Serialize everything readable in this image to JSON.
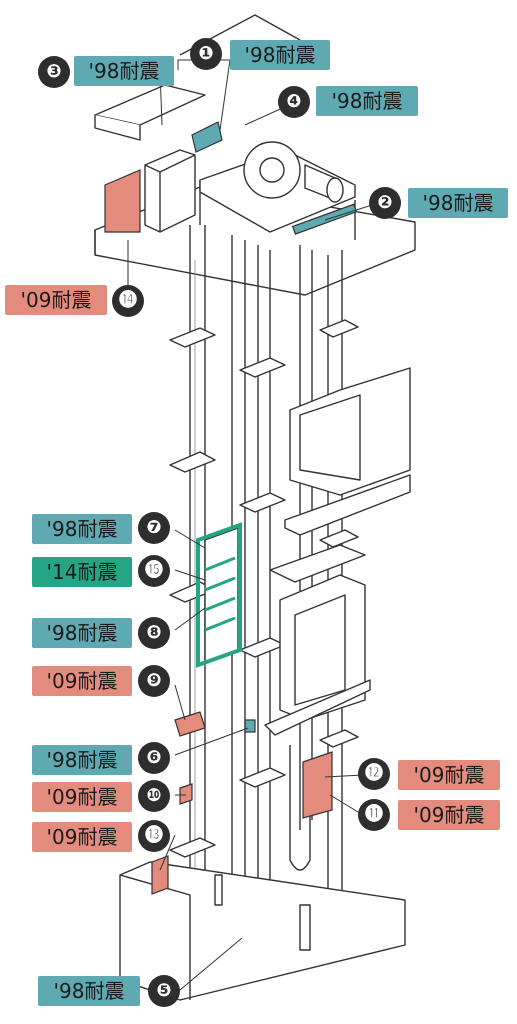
{
  "colors": {
    "y98": "#5fa9b2",
    "y09": "#e38b7c",
    "y14": "#25a583",
    "badge": "#2e2e2e",
    "line": "#333333"
  },
  "callouts": [
    {
      "id": "c1",
      "number": "❶",
      "label": "",
      "era": ""
    },
    {
      "id": "c2",
      "number": "❷",
      "label": "'98耐震",
      "era": "y98"
    },
    {
      "id": "c3",
      "number": "❸",
      "label": "'98耐震",
      "era": "y98"
    },
    {
      "id": "c4",
      "number": "❹",
      "label": "'98耐震",
      "era": "y98"
    },
    {
      "id": "c5",
      "number": "❺",
      "label": "'98耐震",
      "era": "y98"
    },
    {
      "id": "c6",
      "number": "❻",
      "label": "'98耐震",
      "era": "y98"
    },
    {
      "id": "c7",
      "number": "❼",
      "label": "'98耐震",
      "era": "y98"
    },
    {
      "id": "c8",
      "number": "❽",
      "label": "'98耐震",
      "era": "y98"
    },
    {
      "id": "c9",
      "number": "❾",
      "label": "'09耐震",
      "era": "y09"
    },
    {
      "id": "c10",
      "number": "❿",
      "label": "'09耐震",
      "era": "y09"
    },
    {
      "id": "c11",
      "number": "⓫",
      "label": "'09耐震",
      "era": "y09"
    },
    {
      "id": "c12",
      "number": "⓬",
      "label": "'09耐震",
      "era": "y09"
    },
    {
      "id": "c13",
      "number": "⓭",
      "label": "'09耐震",
      "era": "y09"
    },
    {
      "id": "c14",
      "number": "⓮",
      "label": "'09耐震",
      "era": "y09"
    },
    {
      "id": "c15",
      "number": "⓯",
      "label": "'14耐震",
      "era": "y14"
    },
    {
      "id": "c1b",
      "number": "",
      "label": "'98耐震",
      "era": "y98"
    }
  ]
}
